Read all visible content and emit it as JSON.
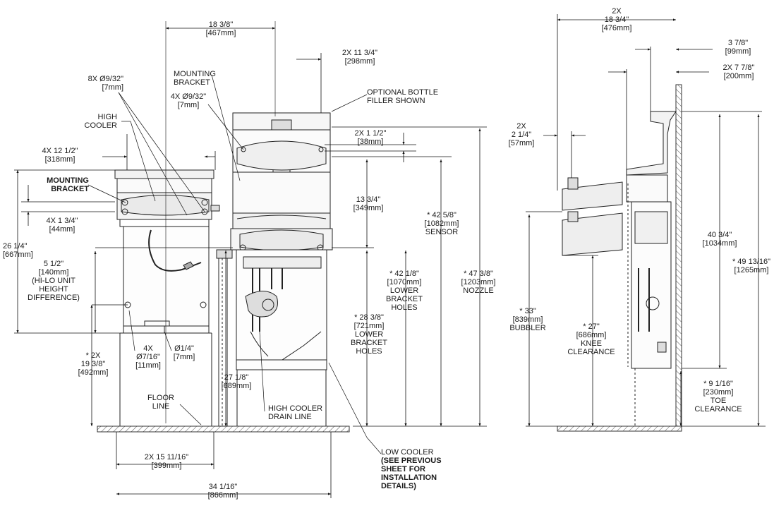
{
  "dims": {
    "width_top": {
      "t1": "18 3/8\"",
      "t2": "[467mm]"
    },
    "right_3_4": {
      "t1": "2X  11 3/4\"",
      "t2": "[298mm]"
    },
    "mount_holes_8x": {
      "t1": "8X  Ø9/32\"",
      "t2": "[7mm]"
    },
    "mount_holes_4x": {
      "t1": "4X Ø9/32\"",
      "t2": "[7mm]"
    },
    "half_width": {
      "t1": "4X  12 1/2\"",
      "t2": "[318mm]"
    },
    "bracket_1_3_4": {
      "t1": "4X  1 3/4\"",
      "t2": "[44mm]"
    },
    "h_26_1_4": {
      "t1": "26 1/4\"",
      "t2": "[667mm]"
    },
    "h_5_1_2": {
      "t1": "5 1/2\"",
      "t2": "[140mm]",
      "t3": "(HI-LO UNIT",
      "t4": "HEIGHT",
      "t5": "DIFFERENCE)"
    },
    "h_19_3_8": {
      "t1": "* 2X",
      "t2": "19 3/8\"",
      "t3": "[492mm]"
    },
    "holes_7_16": {
      "t1": "4X",
      "t2": "Ø7/16\"",
      "t3": "[11mm]"
    },
    "holes_1_4": {
      "t1": "Ø1/4\"",
      "t2": "[7mm]"
    },
    "h_27_1_8": {
      "t1": "27 1/8\"",
      "t2": "[689mm]"
    },
    "w_15_11_16": {
      "t1": "2X 15 11/16\"",
      "t2": "[399mm]"
    },
    "w_34_1_16": {
      "t1": "34 1/16\"",
      "t2": "[866mm]"
    },
    "bottle_1_1_2": {
      "t1": "2X  1 1/2\"",
      "t2": "[38mm]"
    },
    "h_13_3_4": {
      "t1": "13 3/4\"",
      "t2": "[349mm]"
    },
    "h_42_5_8": {
      "t1": "*  42 5/8\"",
      "t2": "[1082mm]",
      "t3": "SENSOR"
    },
    "h_42_1_8": {
      "t1": "*  42 1/8\"",
      "t2": "[1070mm]",
      "t3": "LOWER",
      "t4": "BRACKET",
      "t5": "HOLES"
    },
    "h_47_3_8": {
      "t1": "*  47 3/8\"",
      "t2": "[1203mm]",
      "t3": "NOZZLE"
    },
    "h_28_3_8": {
      "t1": "*  28 3/8\"",
      "t2": "[721mm]",
      "t3": "LOWER",
      "t4": "BRACKET",
      "t5": "HOLES"
    },
    "side_18_3_4": {
      "t1": "2X",
      "t2": "18 3/4\"",
      "t3": "[476mm]"
    },
    "side_3_7_8": {
      "t1": "3 7/8\"",
      "t2": "[99mm]"
    },
    "side_7_7_8": {
      "t1": "2X   7 7/8\"",
      "t2": "[200mm]"
    },
    "side_2_1_4": {
      "t1": "2X",
      "t2": "2 1/4\"",
      "t3": "[57mm]"
    },
    "side_40_3_4": {
      "t1": "40 3/4\"",
      "t2": "[1034mm]"
    },
    "side_49_13_16": {
      "t1": "* 49 13/16\"",
      "t2": "[1265mm]"
    },
    "side_33": {
      "t1": "*     33\"",
      "t2": "[839mm]",
      "t3": "BUBBLER"
    },
    "side_27": {
      "t1": "*     27\"",
      "t2": "[686mm]",
      "t3": "KNEE",
      "t4": "CLEARANCE"
    },
    "side_9_1_16": {
      "t1": "*  9 1/16\"",
      "t2": "[230mm]",
      "t3": "TOE",
      "t4": "CLEARANCE"
    }
  },
  "callouts": {
    "mounting_bracket_top": {
      "t1": "MOUNTING",
      "t2": "BRACKET"
    },
    "high_cooler": {
      "t1": "HIGH",
      "t2": "COOLER"
    },
    "mounting_bracket_bold": {
      "t1": "MOUNTING",
      "t2": "BRACKET"
    },
    "optional_bottle": {
      "t1": "OPTIONAL BOTTLE",
      "t2": "FILLER SHOWN"
    },
    "floor_line": {
      "t1": "FLOOR",
      "t2": "LINE"
    },
    "high_cooler_drain": {
      "t1": "HIGH COOLER",
      "t2": "DRAIN LINE"
    },
    "low_cooler": {
      "t1": "LOW COOLER"
    },
    "low_cooler_note": {
      "t1": "(SEE PREVIOUS",
      "t2": "SHEET FOR",
      "t3": "INSTALLATION",
      "t4": "DETAILS)"
    }
  }
}
